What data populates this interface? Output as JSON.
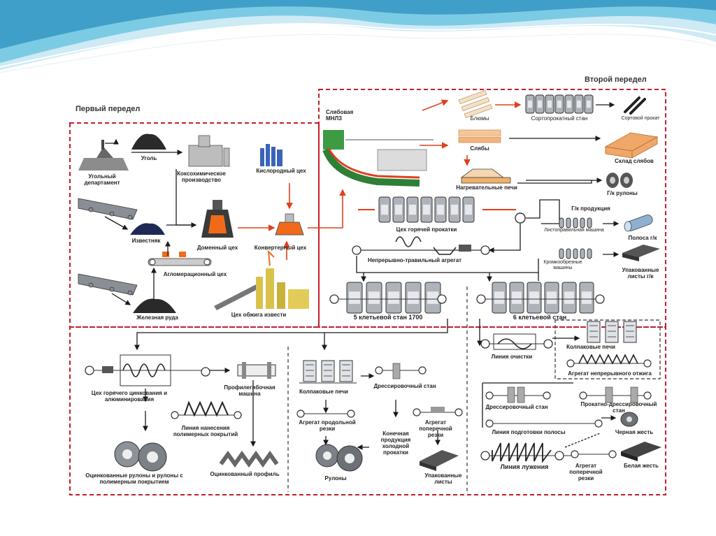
{
  "colors": {
    "sky": "#5fb8d8",
    "sky_light": "#bfe5f2",
    "dash_red": "#c41e2a",
    "flow_red": "#e0401e",
    "line_dark": "#1a1a1a",
    "metal": "#9aa0a8",
    "molten": "#f06a1a"
  },
  "sections": {
    "first": "Первый передел",
    "second": "Второй передел"
  },
  "labels": {
    "coal_dept": "Угольный департамент",
    "coal": "Уголь",
    "coke": "Коксохимическое производство",
    "oxygen": "Кислородный цех",
    "limestone": "Известняк",
    "blast": "Доменный цех",
    "converter": "Конвертерный цех",
    "agglo": "Агломерационный цех",
    "ore": "Железная руда",
    "lime": "Цех обжига извести",
    "mnlz": "Слябовая МНЛЗ",
    "blooms": "Блюмы",
    "section_mill": "Сортопрокатный стан",
    "section_product": "Сортовой прокат",
    "slabs": "Слябы",
    "slab_store": "Склад слябов",
    "heat_furnace": "Нагревательные печи",
    "hr_coils": "Г/к рулоны",
    "hot_rolling": "Цех горячей прокатки",
    "hr_products": "Г/к продукция",
    "leveling": "Листоправильная машина",
    "strip_hk": "Полоса г/к",
    "pickling": "Непрерывно-травильный агрегат",
    "edge_trim": "Кромкообрезные машины",
    "packed_hk": "Упакованные листы г/к",
    "mill5": "5 клетьевой стан 1700",
    "mill6": "6 клетьевой стан",
    "galv": "Цех горячего цинкования и алюминирования",
    "profiler": "Профилегибочная машина",
    "polymer_line": "Линия нанесения полимерных покрытий",
    "galv_coils": "Оцинкованные рулоны и рулоны с полимерным покрытием",
    "galv_profile": "Оцинкованный профиль",
    "bell1": "Колпаковые печи",
    "temper1": "Дрессировочный стан",
    "slitting": "Агрегат продольной резки",
    "final_cold": "Конечная продукция холодной прокатки",
    "cross_cut1": "Агрегат поперечной резки",
    "coils": "Рулоны",
    "packed_sheets": "Упакованные листы",
    "cleaning": "Линия очистки",
    "bell2": "Колпаковые печи",
    "cont_anneal": "Агрегат непрерывного отжига",
    "temper2": "Дрессировочный стан",
    "roll_temper": "Прокатно-дрессировочный стан",
    "strip_prep": "Линия подготовки полосы",
    "black_tin": "Черная жесть",
    "tinning": "Линия лужения",
    "cross_cut2": "Агрегат поперечной резки",
    "white_tin": "Белая жесть"
  }
}
